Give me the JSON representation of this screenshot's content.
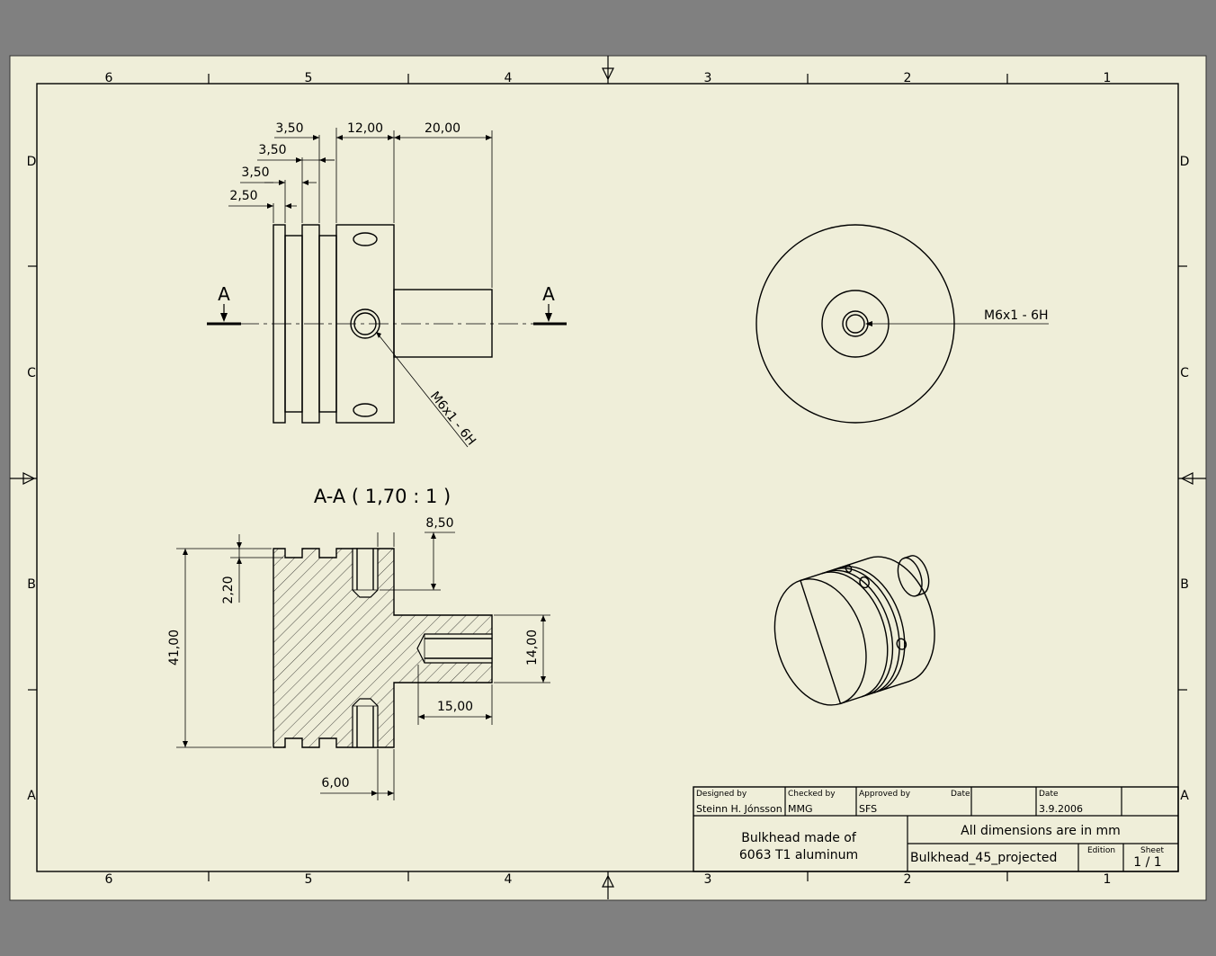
{
  "border": {
    "columns": [
      "6",
      "5",
      "4",
      "3",
      "2",
      "1"
    ],
    "rows": [
      "D",
      "C",
      "B",
      "A"
    ]
  },
  "views": {
    "front_dims": {
      "d1": "3,50",
      "d2": "12,00",
      "d3": "20,00",
      "d4": "3,50",
      "d5": "3,50",
      "d6": "2,50"
    },
    "section_marker": "A",
    "thread_callout": "M6x1 - 6H",
    "side_thread_callout": "M6x1 - 6H",
    "section_title": "A-A  ( 1,70 : 1 )",
    "section_dims": {
      "top": "8,50",
      "groove": "2,20",
      "height": "41,00",
      "shaft": "14,00",
      "bore": "15,00",
      "bottom": "6,00"
    }
  },
  "title_block": {
    "designed_by_label": "Designed by",
    "designed_by": "Steinn H. Jónsson",
    "checked_by_label": "Checked by",
    "checked_by": "MMG",
    "approved_by_label": "Approved by",
    "approved_by": "SFS",
    "date_label_1": "Date",
    "date_label_2": "Date",
    "date": "3.9.2006",
    "description_line1": "Bulkhead made of",
    "description_line2": "6063 T1 aluminum",
    "note": "All dimensions are in mm",
    "filename": "Bulkhead_45_projected",
    "edition_label": "Edition",
    "sheet_label": "Sheet",
    "sheet": "1 / 1"
  }
}
